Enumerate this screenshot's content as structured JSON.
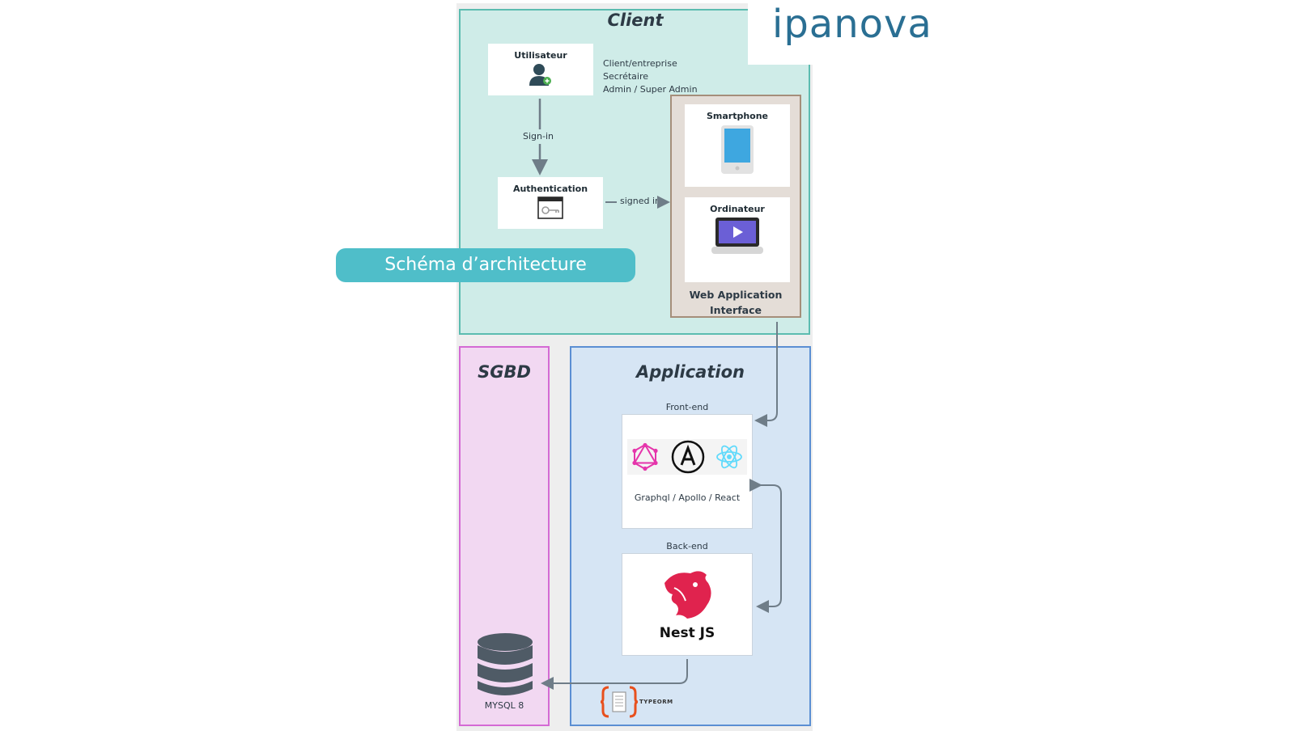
{
  "logo": {
    "text": "ipanova"
  },
  "badge": {
    "text": "Schéma d’architecture"
  },
  "client": {
    "title": "Client",
    "user_card": {
      "title": "Utilisateur"
    },
    "roles": [
      "Client/entreprise",
      "Secrétaire",
      "Admin / Super Admin"
    ],
    "signin_label": "Sign-in",
    "auth_card": {
      "title": "Authentication"
    },
    "signedin_label": "signed in",
    "web_app": {
      "smartphone_title": "Smartphone",
      "computer_title": "Ordinateur",
      "label_line1": "Web Application",
      "label_line2": "Interface"
    }
  },
  "sgbd": {
    "title": "SGBD",
    "db_label": "MYSQL 8"
  },
  "application": {
    "title": "Application",
    "frontend_label": "Front-end",
    "frontend_stack": "Graphql / Apollo / React",
    "backend_label": "Back-end",
    "backend_name": "Nest JS",
    "orm_label": "TYPEORM"
  },
  "colors": {
    "client_bg": "#cfece8",
    "sgbd_bg": "#f2d8f2",
    "app_bg": "#d6e5f4",
    "badge": "#4fbec9",
    "logo": "#2a6f93",
    "nest_red": "#e0234e"
  }
}
